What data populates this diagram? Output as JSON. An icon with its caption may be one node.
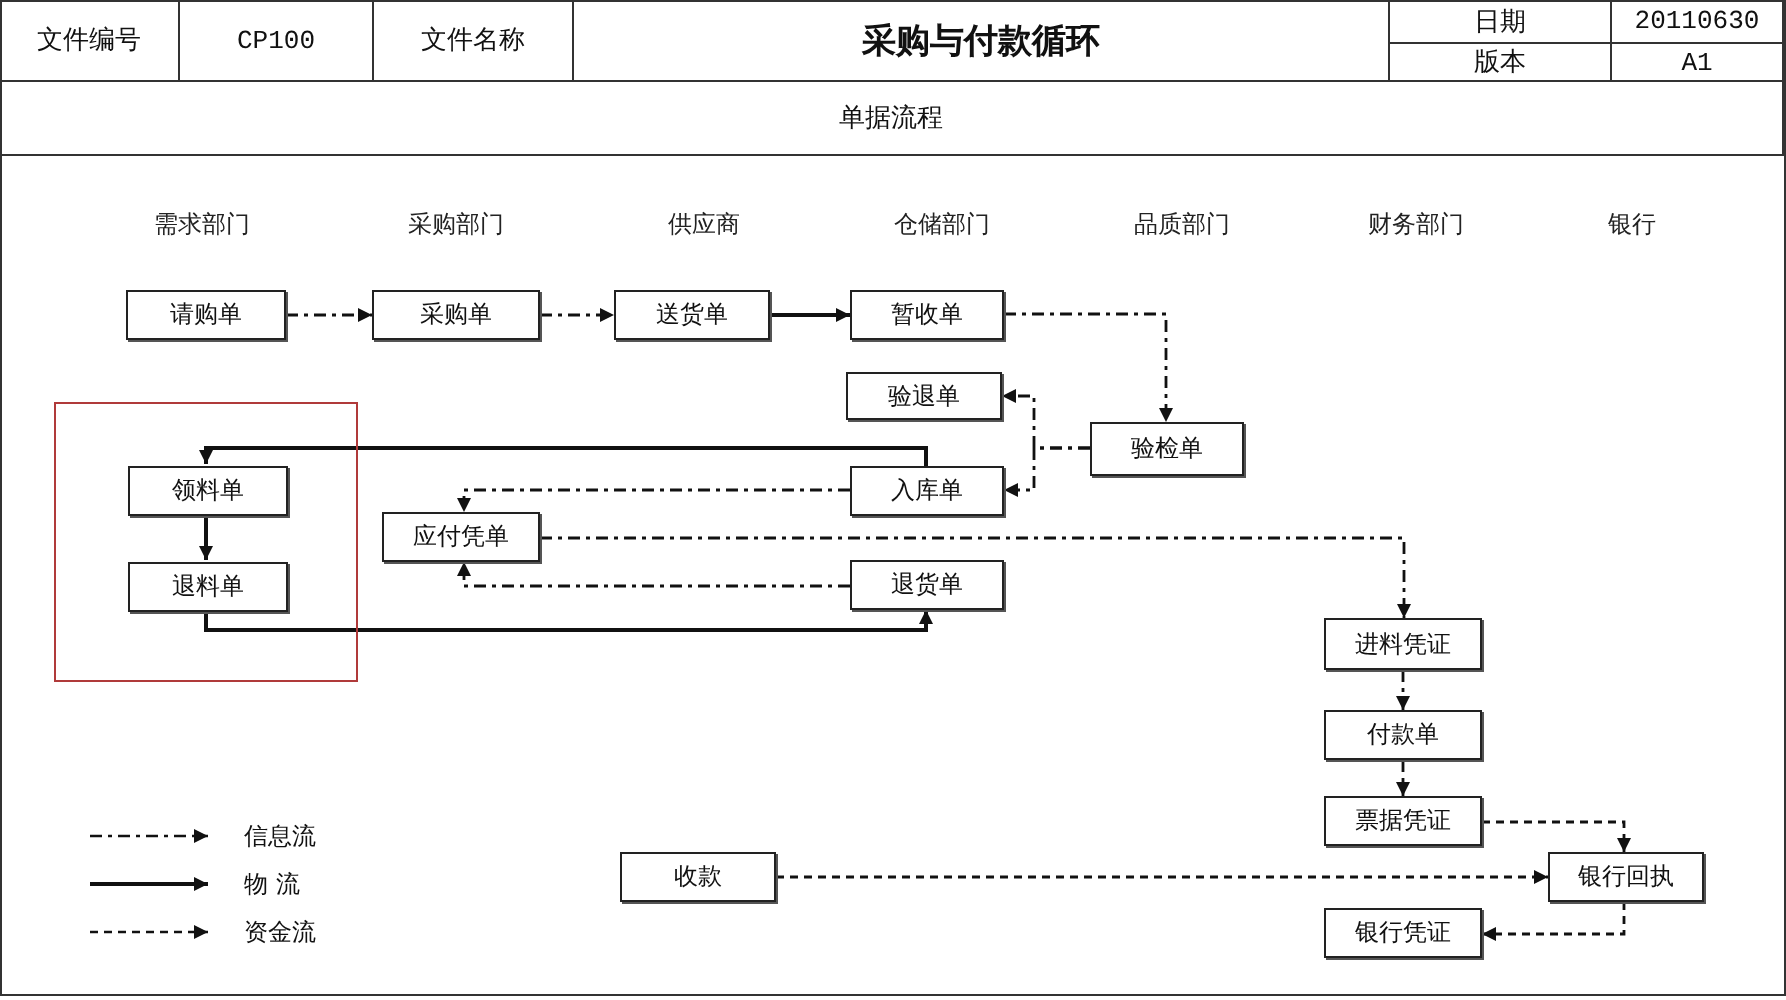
{
  "diagram": {
    "title": "采购与付款循环",
    "nodes": [
      {
        "text": [
          "请购单"
        ]
      },
      {
        "text": [
          "采购单"
        ]
      },
      {
        "text": [
          "送货单"
        ]
      },
      {
        "text": [
          "暂收单"
        ]
      },
      {
        "text": [
          "验退单"
        ]
      },
      {
        "text": [
          "验检单"
        ]
      },
      {
        "text": [],
        "shape": "box"
      },
      {
        "text": [
          "领料单"
        ],
        "in": 6
      },
      {
        "text": [
          "入库单"
        ]
      },
      {
        "text": [
          "应付凭单"
        ]
      },
      {
        "text": [
          "退料单"
        ],
        "in": 6
      },
      {
        "text": [
          "退货单"
        ]
      },
      {
        "text": [
          "进料凭证"
        ]
      },
      {
        "text": [
          "付款单"
        ]
      },
      {
        "text": [
          "票据凭证"
        ]
      },
      {
        "text": [
          "收款"
        ]
      },
      {
        "text": [
          "银行回执"
        ]
      },
      {
        "text": [
          "银行凭证"
        ]
      }
    ],
    "edges": [
      {
        "from": 0,
        "to": 1,
        "arrow": "to",
        "style": "dashed"
      },
      {
        "from": 1,
        "to": 2,
        "arrow": "to",
        "style": "dashed"
      },
      {
        "from": 2,
        "to": 3,
        "arrow": "to"
      },
      {
        "from": 3,
        "to": 5,
        "arrow": "to",
        "style": "dashed"
      },
      {
        "from": 5,
        "to": 4,
        "arrow": "to",
        "style": "dashed"
      },
      {
        "from": 5,
        "to": 8,
        "arrow": "to",
        "style": "dashed"
      },
      {
        "from": 8,
        "to": 7,
        "arrow": "to"
      },
      {
        "from": 7,
        "to": 10,
        "arrow": "to"
      },
      {
        "from": 10,
        "to": 11,
        "arrow": "to"
      },
      {
        "from": 8,
        "to": 9,
        "arrow": "to",
        "style": "dashed"
      },
      {
        "from": 11,
        "to": 9,
        "arrow": "to",
        "style": "dashed"
      },
      {
        "from": 9,
        "to": 12,
        "arrow": "to",
        "style": "dashed"
      },
      {
        "from": 12,
        "to": 13,
        "arrow": "to",
        "style": "dashed"
      },
      {
        "from": 13,
        "to": 14,
        "arrow": "to",
        "style": "dashed"
      },
      {
        "from": 14,
        "to": 16,
        "arrow": "to",
        "style": "dashed"
      },
      {
        "from": 15,
        "to": 16,
        "arrow": "to",
        "style": "dashed"
      },
      {
        "from": 16,
        "to": 17,
        "arrow": "to",
        "style": "dashed"
      }
    ],
    "labels": [
      "文件编号",
      "CP100",
      "文件名称",
      "日期",
      "20110630",
      "版本",
      "A1",
      "单据流程",
      "需求部门",
      "采购部门",
      "供应商",
      "仓储部门",
      "品质部门",
      "财务部门",
      "银行"
    ],
    "legend": [
      {
        "text": "信息流"
      },
      {
        "text": "物 流"
      },
      {
        "text": "资金流"
      }
    ]
  }
}
